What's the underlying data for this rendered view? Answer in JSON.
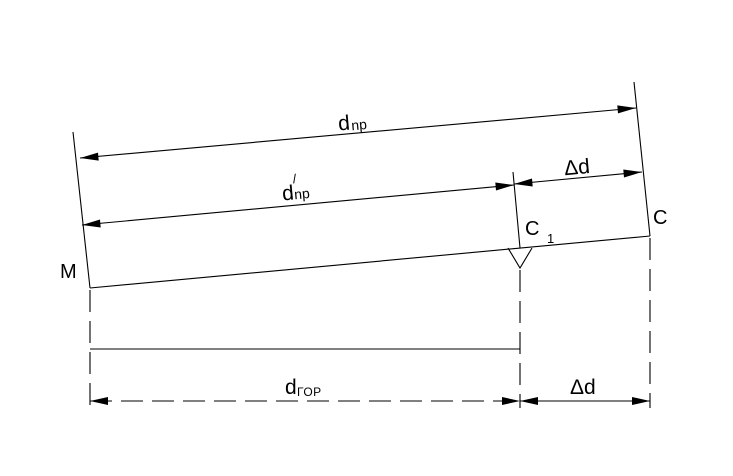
{
  "points": {
    "M": "M",
    "C": "C",
    "C1_main": "C",
    "C1_sub": "1"
  },
  "dimensions": {
    "d_np_main": "d",
    "d_np_sub": "np",
    "d_np_prime_main": "d",
    "d_np_prime_sub": "np",
    "d_np_prime_mark": "/",
    "delta_d_top": "Δd",
    "d_gor_main": "d",
    "d_gor_sub": "ГОР",
    "delta_d_bottom": "Δd"
  },
  "colors": {
    "ink": "#000000",
    "background": "#ffffff"
  }
}
